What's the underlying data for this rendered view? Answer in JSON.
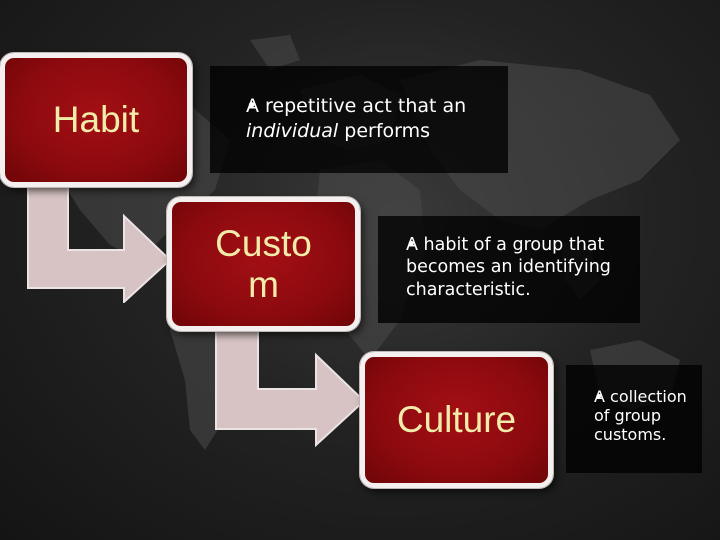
{
  "colors": {
    "box_fill": "#9b0d12",
    "box_border": "#f4f0f0",
    "box_text": "#f2ecaa",
    "arrow_fill": "#d7c3c3",
    "desc_background": "#000000",
    "desc_text": "#ffffff"
  },
  "steps": [
    {
      "term": "Habit",
      "definition_parts": [
        "A repetitive act that an ",
        "individual",
        " performs"
      ]
    },
    {
      "term": "Custo m",
      "term_lines": [
        "Custo",
        "m"
      ],
      "definition": "A habit of a group that becomes an identifying characteristic."
    },
    {
      "term": "Culture",
      "definition": "A collection of group customs."
    }
  ],
  "icons": [
    "world-map-icon",
    "bent-arrow-icon"
  ]
}
